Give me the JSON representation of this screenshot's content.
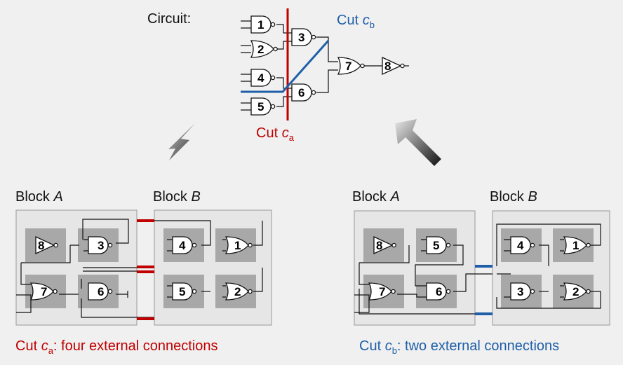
{
  "top": {
    "circuit_label": "Circuit:",
    "cut_b": {
      "text": "Cut ",
      "var": "c",
      "sub": "b"
    },
    "cut_a": {
      "text": "Cut ",
      "var": "c",
      "sub": "a"
    },
    "gates": [
      "1",
      "2",
      "3",
      "4",
      "5",
      "6",
      "7",
      "8"
    ]
  },
  "left_panel": {
    "block_a": {
      "text": "Block ",
      "var": "A"
    },
    "block_b": {
      "text": "Block ",
      "var": "B"
    },
    "caption": {
      "prefix": "Cut ",
      "var": "c",
      "sub": "a",
      "suffix": ": four external connections"
    },
    "block_a_gates": [
      "8",
      "3",
      "7",
      "6"
    ],
    "block_b_gates": [
      "4",
      "1",
      "5",
      "2"
    ]
  },
  "right_panel": {
    "block_a": {
      "text": "Block ",
      "var": "A"
    },
    "block_b": {
      "text": "Block ",
      "var": "B"
    },
    "caption": {
      "prefix": "Cut ",
      "var": "c",
      "sub": "b",
      "suffix": ": two external connections"
    },
    "block_a_gates": [
      "8",
      "5",
      "7",
      "6"
    ],
    "block_b_gates": [
      "4",
      "1",
      "3",
      "2"
    ]
  },
  "colors": {
    "cut_a": "#c00000",
    "cut_b": "#1f5fa8",
    "arrow": "#555555"
  }
}
